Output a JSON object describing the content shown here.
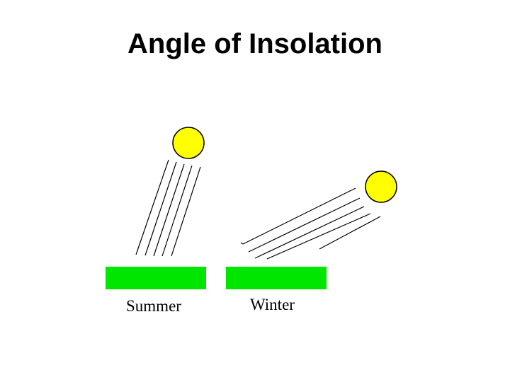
{
  "title": "Angle of Insolation",
  "panels": [
    {
      "label": "Summer"
    },
    {
      "label": "Winter"
    }
  ],
  "colors": {
    "sun_fill": "#ffff00",
    "sun_stroke": "#000000",
    "ground": "#00e600",
    "rays": "#000000"
  }
}
